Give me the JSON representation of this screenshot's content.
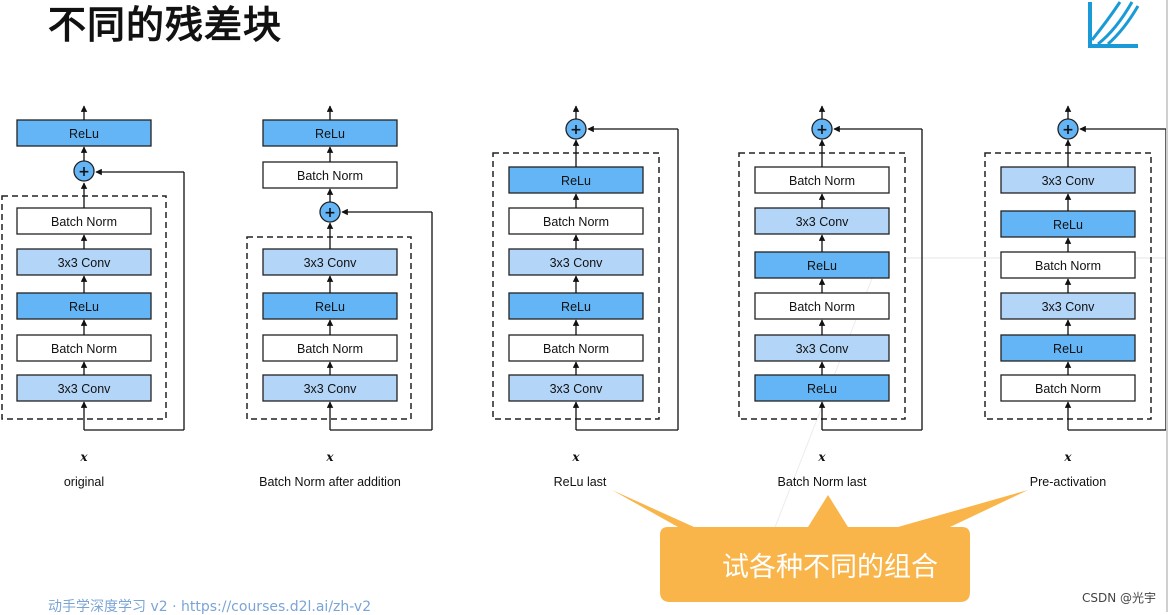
{
  "title": "不同的残差块",
  "diagrams": [
    {
      "caption": "original",
      "input_label": "x"
    },
    {
      "caption": "Batch Norm after addition",
      "input_label": "x"
    },
    {
      "caption": "ReLu last",
      "input_label": "x"
    },
    {
      "caption": "Batch Norm last",
      "input_label": "x"
    },
    {
      "caption": "Pre-activation",
      "input_label": "x"
    }
  ],
  "labels": {
    "relu": "ReLu",
    "bn": "Batch Norm",
    "conv": "3x3 Conv",
    "plus": "+"
  },
  "callout": "试各种不同的组合",
  "footer": "动手学深度学习 v2 · https://courses.d2l.ai/zh-v2",
  "watermark": "CSDN @光宇",
  "colors": {
    "relu_fill": "#64b5f6",
    "conv_fill": "#b3d5f8",
    "bn_fill": "#ffffff",
    "plus_fill": "#64b5f6",
    "callout_fill": "#f9b54a",
    "logo_blue": "#1a9ad6"
  }
}
